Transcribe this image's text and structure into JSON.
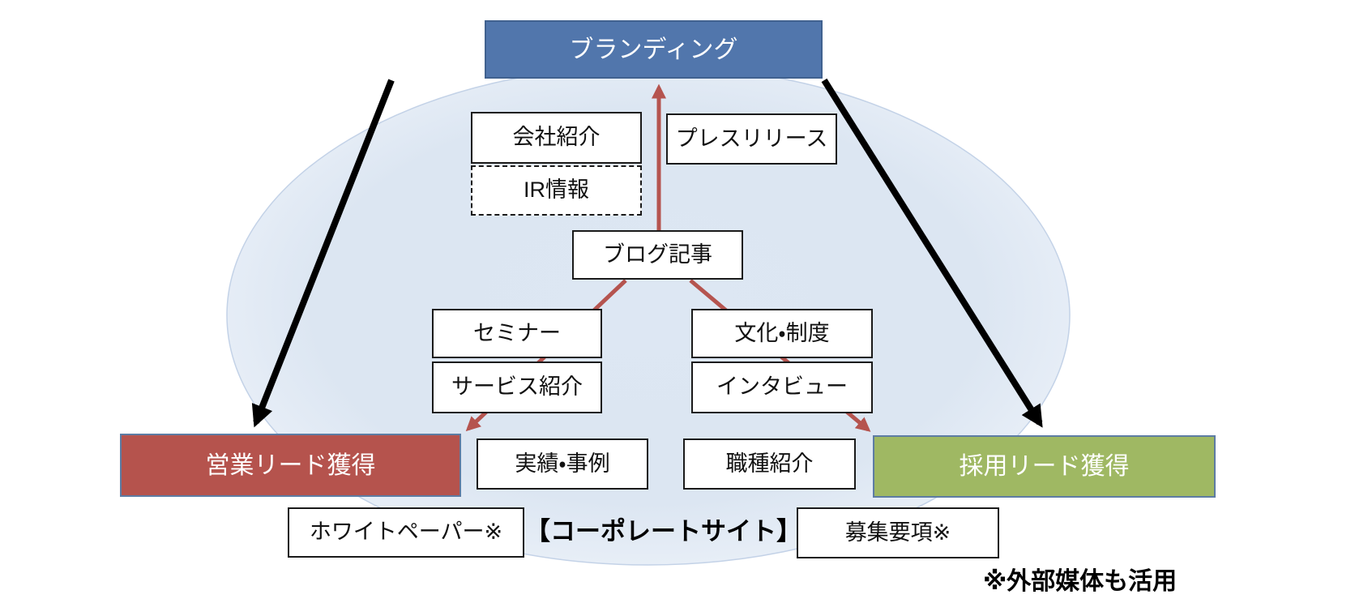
{
  "diagram": {
    "title_node": {
      "label": "ブランディング"
    },
    "goal_nodes": {
      "sales_lead": {
        "label": "営業リード獲得"
      },
      "recruit_lead": {
        "label": "採用リード獲得"
      }
    },
    "content_nodes": {
      "company_intro": {
        "label": "会社紹介"
      },
      "press_release": {
        "label": "プレスリリース"
      },
      "ir_info": {
        "label": "IR情報"
      },
      "blog": {
        "label": "ブログ記事"
      },
      "seminar": {
        "label": "セミナー"
      },
      "culture": {
        "label": "文化・制度"
      },
      "service_intro": {
        "label": "サービス紹介"
      },
      "interview": {
        "label": "インタビュー"
      },
      "case_studies": {
        "label": "実績・事例"
      },
      "job_intro": {
        "label": "職種紹介"
      },
      "whitepaper": {
        "label": "ホワイトペーパー※"
      },
      "job_requirements": {
        "label": "募集要項※"
      }
    },
    "captions": {
      "corporate_site": {
        "label": "【コーポレートサイト】"
      },
      "footnote": {
        "label": "※外部媒体も活用"
      }
    },
    "colors": {
      "branding_blue": "#5176ac",
      "sales_red": "#b5534d",
      "recruit_green": "#9fb863",
      "arrow_red": "#b5544f",
      "arrow_black": "#000000",
      "ellipse_fill": "#dde7f3",
      "ellipse_edge": "#c3d2e7",
      "box_border": "#1a1a1a"
    }
  }
}
